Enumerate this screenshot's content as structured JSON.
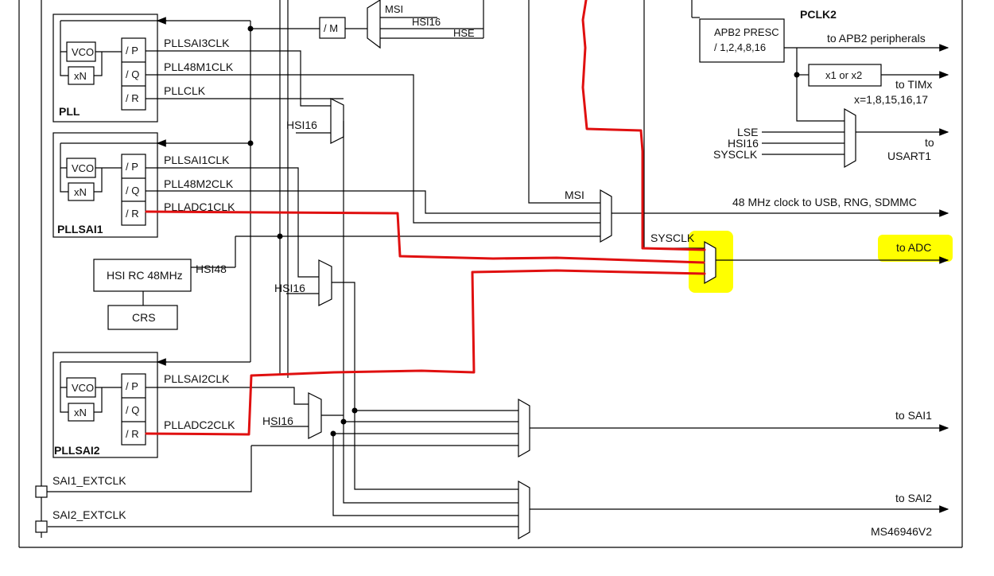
{
  "colors": {
    "wire": "#000000",
    "annotation_red": "#e01010",
    "highlight": "#ffff00"
  },
  "pll": {
    "name": "PLL",
    "vco": "VCO",
    "mul": "xN",
    "p": "/ P",
    "q": "/ Q",
    "r": "/ R",
    "out_p": "PLLSAI3CLK",
    "out_q": "PLL48M1CLK",
    "out_r": "PLLCLK"
  },
  "pllsai1": {
    "name": "PLLSAI1",
    "vco": "VCO",
    "mul": "xN",
    "p": "/ P",
    "q": "/ Q",
    "r": "/ R",
    "out_p": "PLLSAI1CLK",
    "out_q": "PLL48M2CLK",
    "out_r": "PLLADC1CLK"
  },
  "pllsai2": {
    "name": "PLLSAI2",
    "vco": "VCO",
    "mul": "xN",
    "p": "/ P",
    "q": "/ Q",
    "r": "/ R",
    "out_p": "PLLSAI2CLK",
    "out_r": "PLLADC2CLK"
  },
  "top": {
    "div_m": "/ M",
    "msi": "MSI",
    "hsi16": "HSI16",
    "hse": "HSE"
  },
  "hsi_rc": {
    "label": "HSI RC 48MHz",
    "out": "HSI48",
    "crs": "CRS"
  },
  "labels": {
    "hsi16_a": "HSI16",
    "hsi16_b": "HSI16",
    "hsi16_c": "HSI16",
    "msi_mux": "MSI",
    "sysclk_adc": "SYSCLK",
    "sai1_ext": "SAI1_EXTCLK",
    "sai2_ext": "SAI2_EXTCLK",
    "lse": "LSE",
    "hsi16_usart": "HSI16",
    "sysclk_usart": "SYSCLK",
    "fig_id": "MS46946V2"
  },
  "pclk2": {
    "title": "PCLK2",
    "presc_line1": "APB2 PRESC",
    "presc_line2": "/ 1,2,4,8,16",
    "x1x2": "x1 or x2",
    "to_apb2": "to APB2 peripherals",
    "to_timx": "to TIMx",
    "timx_vals": "x=1,8,15,16,17"
  },
  "outputs": {
    "usart_to": "to",
    "usart1": "USART1",
    "usb": "48 MHz clock to USB, RNG, SDMMC",
    "adc": "to ADC",
    "sai1": "to SAI1",
    "sai2": "to SAI2"
  }
}
